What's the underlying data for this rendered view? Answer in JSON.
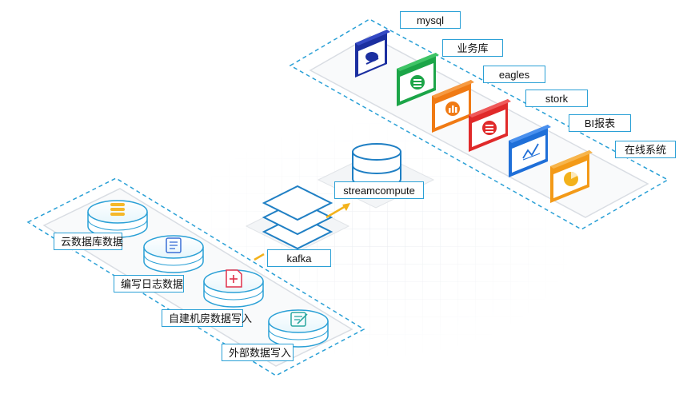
{
  "colors": {
    "accent": "#2aa0d6",
    "label_border": "#2aa0d6",
    "arrow": "#f3b21b",
    "mysql": "#1b2fa0",
    "biz_db": "#1ca548",
    "eagles": "#f07a14",
    "stork": "#e02a2a",
    "bi": "#1f6fd8",
    "online": "#f39a18",
    "log_icon": "#3a6fd6",
    "idc_icon": "#e0304a",
    "external_icon": "#2aa7a0"
  },
  "sources": {
    "cloud_db": "云数据库数据",
    "log": "编写日志数据",
    "idc": "自建机房数据写入",
    "external": "外部数据写入"
  },
  "middle": {
    "kafka": "kafka",
    "streamcompute": "streamcompute"
  },
  "targets": {
    "mysql": "mysql",
    "biz_db": "业务库",
    "eagles": "eagles",
    "stork": "stork",
    "bi": "BI报表",
    "online": "在线系统"
  },
  "icons": {
    "cloud_db": "database-icon",
    "log": "log-file-icon",
    "idc": "server-add-icon",
    "external": "edit-form-icon",
    "kafka": "layers-icon",
    "streamcompute": "database-cylinder-icon",
    "mysql": "mysql-icon",
    "biz_db": "database-icon",
    "eagles": "bar-chart-icon",
    "stork": "list-icon",
    "bi": "line-chart-icon",
    "online": "pie-chart-icon"
  }
}
